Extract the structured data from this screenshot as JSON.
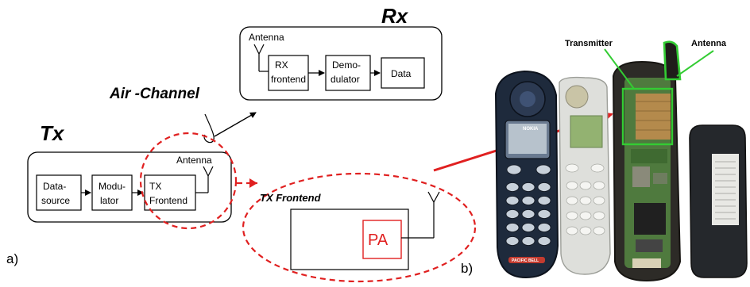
{
  "rx": {
    "title": "Rx",
    "antenna": "Antenna",
    "frontend_line1": "RX",
    "frontend_line2": "frontend",
    "demod_line1": "Demo-",
    "demod_line2": "dulator",
    "data": "Data"
  },
  "air_channel": "Air -Channel",
  "tx": {
    "title": "Tx",
    "antenna": "Antenna",
    "source_line1": "Data-",
    "source_line2": "source",
    "modulator_line1": "Modu-",
    "modulator_line2": "lator",
    "frontend_line1": "TX",
    "frontend_line2": "Frontend"
  },
  "tx_frontend_detail": {
    "title": "TX Frontend",
    "pa": "PA"
  },
  "panel_a": "a)",
  "panel_b": "b)",
  "photo": {
    "transmitter": "Transmitter",
    "antenna": "Antenna",
    "brand": "NOKIA",
    "carrier": "PACIFIC BELL"
  },
  "colors": {
    "highlight_red": "#e02020",
    "photo_green": "#33cc33"
  }
}
